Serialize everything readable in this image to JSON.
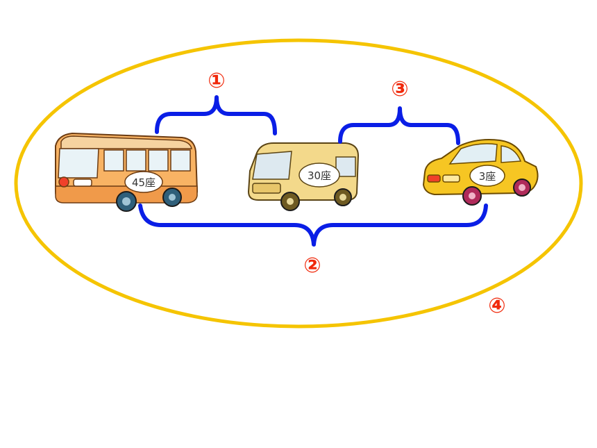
{
  "labels": {
    "l1": "①",
    "l2": "②",
    "l3": "③",
    "l4": "④"
  },
  "vehicles": {
    "bus": {
      "seats": "45座"
    },
    "van": {
      "seats": "30座"
    },
    "car": {
      "seats": "3座"
    }
  },
  "colors": {
    "ellipse": "#F5C400",
    "brace": "#0A1EE6",
    "label": "#F0280A"
  }
}
